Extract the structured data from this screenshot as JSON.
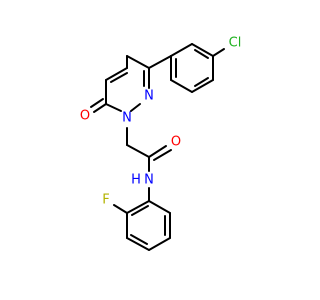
{
  "molecule": {
    "atoms": {
      "cl": {
        "label": "Cl",
        "color": "#1fb11f"
      },
      "o": {
        "label": "O",
        "color": "#ff0000"
      },
      "n_ring_top": {
        "label": "N",
        "color": "#0000ff"
      },
      "n_ring_bottom": {
        "label": "N",
        "color": "#0000ff"
      },
      "nh": {
        "label": "N",
        "color": "#0000ff"
      },
      "h": {
        "label": "H",
        "color": "#0000ff"
      },
      "o_amide": {
        "label": "O",
        "color": "#ff0000"
      },
      "f": {
        "label": "F",
        "color": "#b3b300"
      }
    },
    "bond_color": "#000000"
  }
}
